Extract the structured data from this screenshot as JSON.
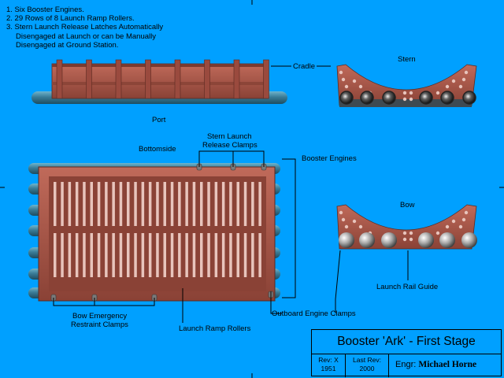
{
  "notes": [
    "1. Six Booster Engines.",
    "2. 29 Rows of 8 Launch Ramp Rollers.",
    "3. Stern Launch Release Latches Automatically",
    "Disengaged at Launch or can be Manually",
    "Disengaged at Ground Station."
  ],
  "labels": {
    "cradle": "Cradle",
    "stern": "Stern",
    "port": "Port",
    "bottomside": "Bottomside",
    "stern_clamps_1": "Stern Launch",
    "stern_clamps_2": "Release Clamps",
    "booster_engines": "Booster Engines",
    "bow": "Bow",
    "launch_rail_guide": "Launch Rail Guide",
    "bow_emergency_1": "Bow Emergency",
    "bow_emergency_2": "Restraint Clamps",
    "launch_ramp_rollers": "Launch Ramp Rollers",
    "outboard_engine_clamps": "Outboard Engine Clamps"
  },
  "title_block": {
    "title": "Booster 'Ark' - First Stage",
    "rev_label": "Rev: X",
    "rev_year": "1951",
    "last_rev_label": "Last Rev:",
    "last_rev_year": "2000",
    "engr_label": "Engr:",
    "engr_name": "Michael Horne"
  },
  "colors": {
    "background": "#00a0ff",
    "hull_red": "#b05648",
    "hull_dark": "#7a3a30",
    "engine_blue": "#3a7c96",
    "roller_pale": "#e8c4bc"
  }
}
